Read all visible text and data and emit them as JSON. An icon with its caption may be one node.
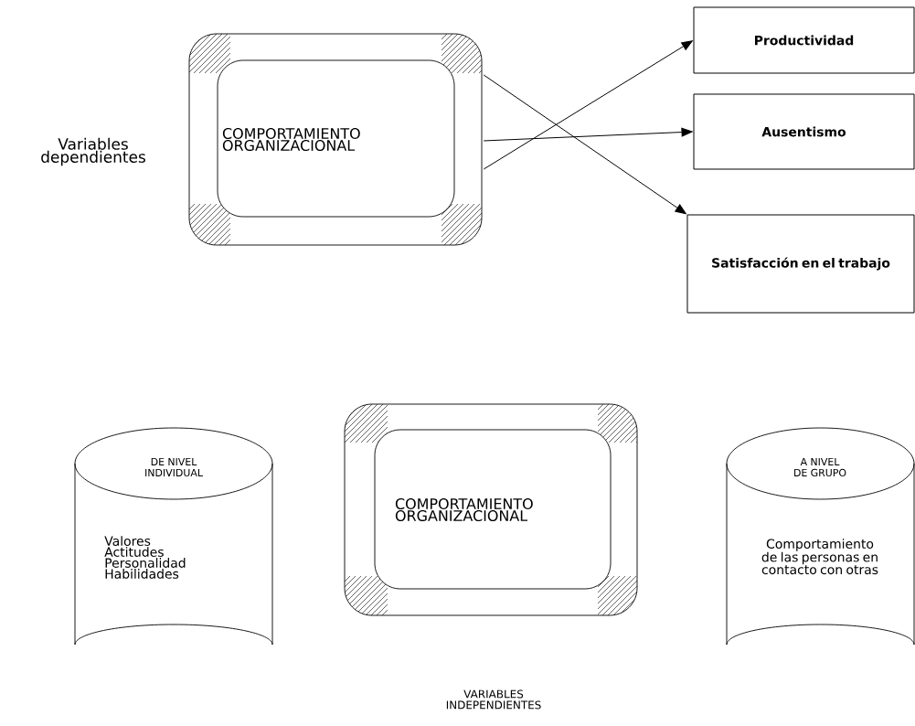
{
  "diagram": {
    "nodes": [
      {
        "text": [
          "COMPORTAMIENTO ORGANIZACIONAL"
        ]
      },
      {
        "text": [
          "Productividad"
        ]
      },
      {
        "text": [
          "Ausentismo"
        ]
      },
      {
        "text": [
          "Satisfacción en el trabajo"
        ]
      },
      {
        "text": [
          "DE NIVEL INDIVIDUAL",
          "Valores Actitudes Personalidad Habilidades"
        ]
      },
      {
        "text": [
          "COMPORTAMIENTO ORGANIZACIONAL"
        ]
      },
      {
        "text": [
          "A NIVEL DE GRUPO",
          "Comportamiento de las personas en contacto con otras"
        ]
      }
    ],
    "edges": [
      {
        "from": 0,
        "to": 1,
        "arrow": "to"
      },
      {
        "from": 0,
        "to": 2,
        "arrow": "to"
      },
      {
        "from": 0,
        "to": 3,
        "arrow": "to"
      }
    ],
    "labels": [
      "Variables dependientes",
      "VARIABLES INDEPENDIENTES"
    ]
  }
}
